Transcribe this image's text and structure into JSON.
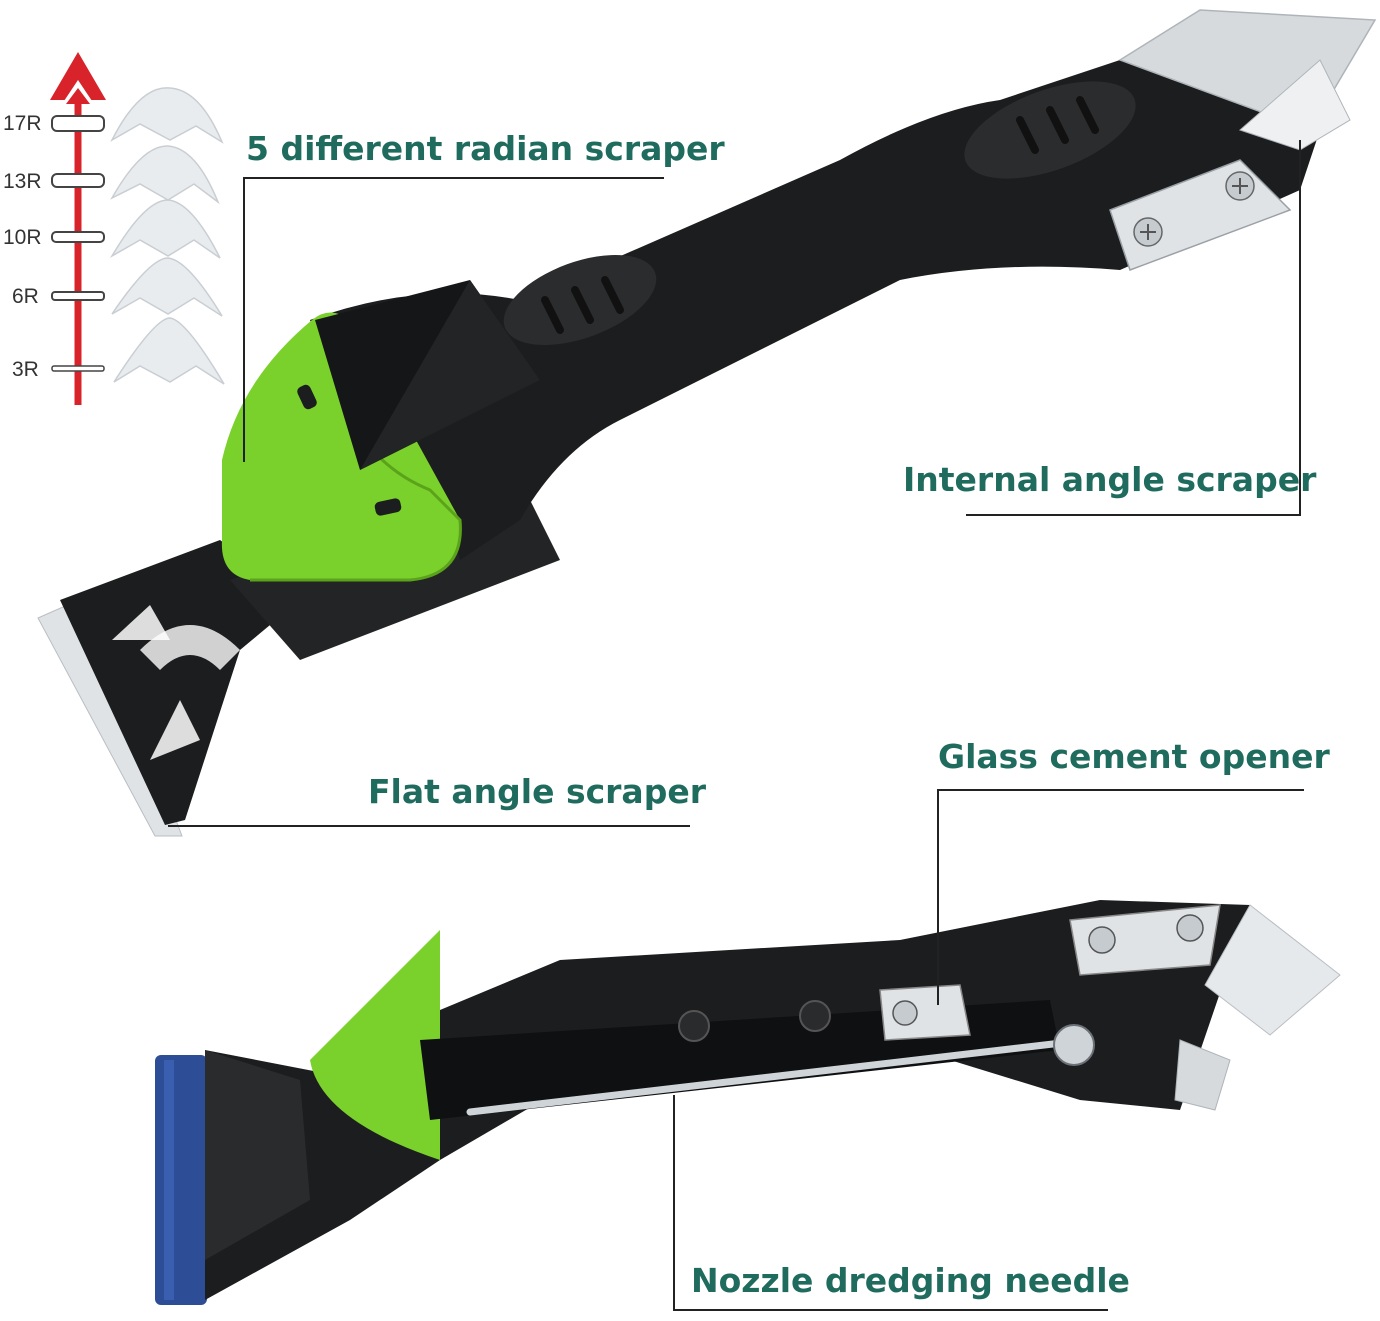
{
  "colors": {
    "label_teal": "#1f6b5e",
    "leader_line": "#222222",
    "arrow_red": "#d8232a",
    "handle_black": "#1c1d1e",
    "accent_green": "#7ad12c",
    "cap_blue": "#2d4d96",
    "steel": "#d9dde0"
  },
  "radian_scale": {
    "arrow": "red-up-arrow",
    "marks": [
      {
        "label": "17R"
      },
      {
        "label": "13R"
      },
      {
        "label": "10R"
      },
      {
        "label": "6R"
      },
      {
        "label": "3R"
      }
    ]
  },
  "callouts": {
    "radian_scraper": "5 different radian scraper",
    "internal_angle": "Internal angle scraper",
    "flat_angle": "Flat angle scraper",
    "glass_cement": "Glass cement opener",
    "nozzle_needle": "Nozzle dredging needle"
  }
}
